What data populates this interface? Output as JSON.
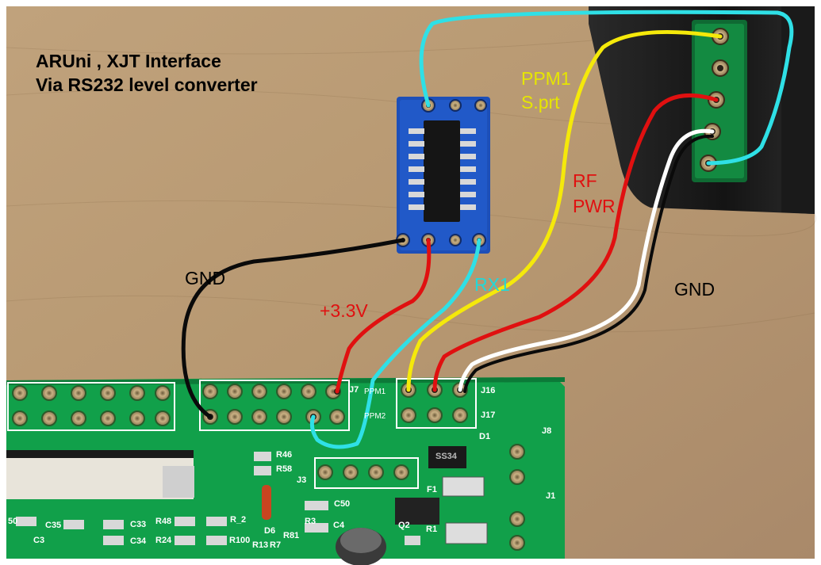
{
  "title": {
    "line1": "ARUni , XJT Interface",
    "line2": "Via RS232 level converter"
  },
  "wire_labels": {
    "gnd_left": "GND",
    "v33": "+3.3V",
    "rx1": "RX1",
    "ppm_line1": "PPM1",
    "ppm_line2": "S.prt",
    "rf_line1": "RF",
    "rf_line2": "PWR",
    "gnd_right": "GND"
  },
  "board_labels": {
    "j7": "J7",
    "ppm1": "PPM1",
    "ppm2": "PPM2",
    "j16": "J16",
    "j17": "J17",
    "j8": "J8",
    "j1": "J1",
    "j3": "J3",
    "d1": "D1",
    "d6": "D6",
    "f1": "F1",
    "q2": "Q2",
    "r1": "R1",
    "r3": "R3",
    "r46": "R46",
    "r58": "R58",
    "r48": "R48",
    "r2": "R_2",
    "r24": "R24",
    "r100": "R100",
    "r13": "R13",
    "r7": "R7",
    "r81": "R81",
    "c50": "C50",
    "c4": "C4",
    "c35": "C35",
    "c33": "C33",
    "c34": "C34",
    "c3": "C3",
    "c5": "50",
    "ss34": "SS34"
  },
  "colors": {
    "wall": "#b89a74",
    "pcb": "#12a34a",
    "converter": "#1d4fb8",
    "cyan_wire": "#2fe0e6",
    "yellow_wire": "#f5e90a",
    "red_wire": "#e01010",
    "black_wire": "#0a0a0a",
    "white_wire": "#ffffff",
    "label_yellow": "#e6e600",
    "label_red": "#e01010",
    "label_cyan": "#22d8d8"
  }
}
